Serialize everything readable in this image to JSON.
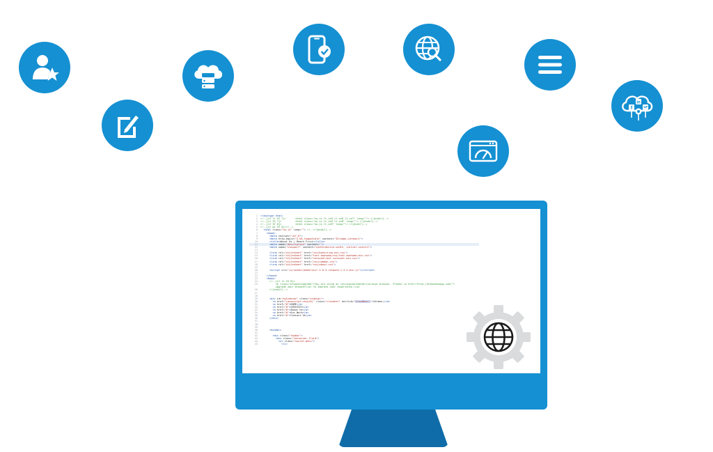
{
  "colors": {
    "icon_blue": "#1590d2",
    "monitor_blue": "#1590d2",
    "stand_blue": "#0f6ca8",
    "gear_gray": "#d9dbdd"
  },
  "icons": [
    "user-star-icon",
    "edit-document-icon",
    "cloud-server-icon",
    "mobile-check-icon",
    "globe-search-icon",
    "menu-icon",
    "social-cloud-icon",
    "speedometer-browser-icon",
    "gear-globe-icon"
  ],
  "social_cloud": {
    "letters": [
      "in",
      "f"
    ]
  },
  "code_lines": [
    {
      "n": "1",
      "html": "<span class=\"t\">&lt;!doctype html&gt;</span>"
    },
    {
      "n": "2",
      "html": "<span class=\"c\">&lt;!--[if lt IE 7]&gt;      &lt;html class=\"no-js lt-ie9 lt-ie8 lt-ie7\" lang=\"\"&gt; &lt;![endif]--&gt;</span>"
    },
    {
      "n": "3",
      "html": "<span class=\"c\">&lt;!--[if IE 7]&gt;         &lt;html class=\"no-js lt-ie9 lt-ie8\" lang=\"\"&gt; &lt;![endif]--&gt;</span>"
    },
    {
      "n": "4",
      "html": "<span class=\"c\">&lt;!--[if IE 8]&gt;         &lt;html class=\"no-js lt-ie9\" lang=\"\"&gt; &lt;![endif]--&gt;</span>"
    },
    {
      "n": "5",
      "html": "<span class=\"c\">&lt;!--[if gt IE 8]&gt;&lt;!--&gt;</span>"
    },
    {
      "n": "6",
      "html": "  <span class=\"t\">&lt;html</span> class=<span class=\"s\">\"no-js\"</span> lang=<span class=\"s\">\"\"</span><span class=\"t\">&gt;</span> <span class=\"c\">&lt;!--&lt;![endif]--&gt;</span>"
    },
    {
      "n": "7",
      "html": "    <span class=\"t\">&lt;head&gt;</span>"
    },
    {
      "n": "8",
      "html": "      <span class=\"t\">&lt;meta</span> charset=<span class=\"s\">\"utf-8\"</span><span class=\"t\">&gt;</span>"
    },
    {
      "n": "9",
      "html": "      <span class=\"t\">&lt;meta</span> http-equiv=<span class=\"s\">\"X-UA-Compatible\"</span> content=<span class=\"s\">\"IE=edge,chrome=1\"</span><span class=\"t\">&gt;</span>"
    },
    {
      "n": "10",
      "html": "      <span class=\"t\">&lt;title&gt;</span>About Us | Reach First<span class=\"t\">&lt;/title&gt;</span>"
    },
    {
      "n": "11",
      "html": "      <span class=\"t\">&lt;meta</span> name=<span class=\"s\">\"description\"</span> content=<span class=\"s\">\"\"</span><span class=\"t\">&gt;</span>"
    },
    {
      "n": "12",
      "html": "      <span class=\"t\">&lt;meta</span> name=<span class=\"s\">\"viewport\"</span> content=<span class=\"s\">\"width=device-width, initial-scale=1\"</span><span class=\"t\">&gt;</span>"
    },
    {
      "n": "13",
      "html": ""
    },
    {
      "n": "14",
      "html": "      <span class=\"t\">&lt;link</span> rel=<span class=\"s\">\"stylesheet\"</span> href=<span class=\"s\">\"css/bootstrap.min.css\"</span><span class=\"t\">&gt;</span>"
    },
    {
      "n": "15",
      "html": "      <span class=\"t\">&lt;link</span> rel=<span class=\"s\">\"stylesheet\"</span> href=<span class=\"s\">\"font-awesome/css/font-awesome.min.css\"</span><span class=\"t\">&gt;</span>"
    },
    {
      "n": "16",
      "html": "      <span class=\"t\">&lt;link</span> rel=<span class=\"s\">\"stylesheet\"</span> href=<span class=\"s\">\"carousel/owl.carousel.min.css\"</span><span class=\"t\">&gt;</span>"
    },
    {
      "n": "17",
      "html": "      <span class=\"t\">&lt;link</span> rel=<span class=\"s\">\"stylesheet\"</span> href=<span class=\"s\">\"css/common.css\"</span><span class=\"t\">&gt;</span>"
    },
    {
      "n": "18",
      "html": "      <span class=\"t\">&lt;link</span> rel=<span class=\"s\">\"stylesheet\"</span> href=<span class=\"s\">\"css/about.css\"</span><span class=\"t\">&gt;</span>"
    },
    {
      "n": "19",
      "html": ""
    },
    {
      "n": "20",
      "html": "      <span class=\"t\">&lt;script</span> src=<span class=\"s\">\"js/vendor/modernizr-2.8.3-respond-1.4.2.min.js\"</span><span class=\"t\">&gt;&lt;/script&gt;</span>"
    },
    {
      "n": "21",
      "html": ""
    },
    {
      "n": "22",
      "html": "    <span class=\"t\">&lt;/head&gt;</span>"
    },
    {
      "n": "23",
      "html": "    <span class=\"t\">&lt;body&gt;</span>"
    },
    {
      "n": "24",
      "html": "      <span class=\"c\">&lt;!--[if lt IE 8]&gt;</span>"
    },
    {
      "n": "25",
      "html": "          <span class=\"c\">&lt;p class=\"browserupgrade\"&gt;You are using an &lt;strong&gt;outdated&lt;/strong&gt; browser. Please &lt;a href=\"http://browsehappy.com/\"&gt;</span>"
    },
    {
      "n": "",
      "html": "          <span class=\"c\">upgrade your browser&lt;/a&gt; to improve your experience.&lt;/p&gt;</span>"
    },
    {
      "n": "26",
      "html": "      <span class=\"c\">&lt;![endif]--&gt;</span>"
    },
    {
      "n": "27",
      "html": ""
    },
    {
      "n": "28",
      "html": ""
    },
    {
      "n": "29",
      "html": "      <span class=\"t\">&lt;div</span> id=<span class=\"s\">\"mySidenav\"</span> class=<span class=\"s\">\"sidenav\"</span><span class=\"t\">&gt;</span>"
    },
    {
      "n": "30",
      "html": "        <span class=\"t\">&lt;a</span> href=<span class=\"s\">\"javascript:void(0)\"</span> class=<span class=\"s\">\"closebtn\"</span> onclick=<span class=\"s\">\"<span class=\"hl\">closeNav()</span>\"</span><span class=\"t\">&gt;</span>&amp;times;<span class=\"t\">&lt;/a&gt;</span>"
    },
    {
      "n": "31",
      "html": "        <span class=\"t\">&lt;a</span> href=<span class=\"s\">\"#\"</span><span class=\"t\">&gt;</span>HOME<span class=\"t\">&lt;/a&gt;</span>"
    },
    {
      "n": "32",
      "html": "        <span class=\"t\">&lt;a</span> href=<span class=\"s\">\"#\"</span><span class=\"t\">&gt;</span>SERVICES<span class=\"t\">&lt;/a&gt;</span>"
    },
    {
      "n": "33",
      "html": "        <span class=\"t\">&lt;a</span> href=<span class=\"s\">\"#\"</span><span class=\"t\">&gt;</span>About Us<span class=\"t\">&lt;/a&gt;</span>"
    },
    {
      "n": "34",
      "html": "        <span class=\"t\">&lt;a</span> href=<span class=\"s\">\"#\"</span><span class=\"t\">&gt;</span>Our Work<span class=\"t\">&lt;/a&gt;</span>"
    },
    {
      "n": "35",
      "html": "        <span class=\"t\">&lt;a</span> href=<span class=\"s\">\"#\"</span><span class=\"t\">&gt;</span>Contact Us<span class=\"t\">&lt;/a&gt;</span>"
    },
    {
      "n": "36",
      "html": "      <span class=\"t\">&lt;/div&gt;</span>"
    },
    {
      "n": "37",
      "html": ""
    },
    {
      "n": "38",
      "html": ""
    },
    {
      "n": "39",
      "html": ""
    },
    {
      "n": "40",
      "html": "      <span class=\"t\">&lt;header&gt;</span>"
    },
    {
      "n": "41",
      "html": ""
    },
    {
      "n": "42",
      "html": "        <span class=\"t\">&lt;div</span> class=<span class=\"s\">\"topbar\"</span><span class=\"t\">&gt;</span>"
    },
    {
      "n": "43",
      "html": "          <span class=\"t\">&lt;div</span> class=<span class=\"s\">\"container-fluid\"</span><span class=\"t\">&gt;</span>"
    },
    {
      "n": "44",
      "html": "            <span class=\"t\">&lt;ul</span> class=<span class=\"s\">\"social-menu\"</span><span class=\"t\">&gt;</span>"
    },
    {
      "n": "45",
      "html": "              <span class=\"t\">&lt;li&gt;</span>"
    }
  ]
}
